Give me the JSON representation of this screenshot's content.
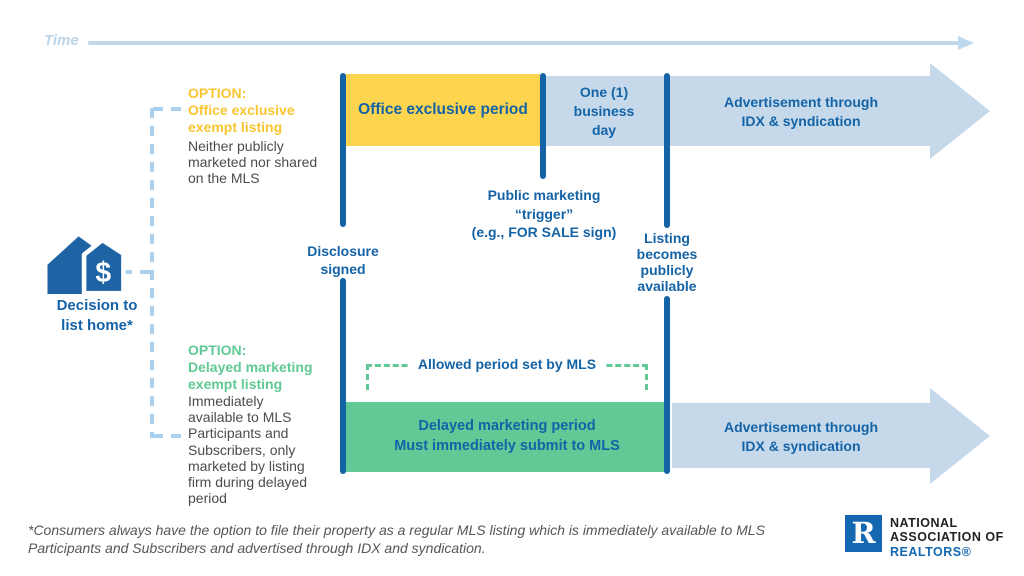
{
  "colors": {
    "dark_blue": "#1463a6",
    "band_light_blue": "#c5d9eb",
    "dashed_pale_blue": "#a9d0ee",
    "yellow_bar": "#fdd44e",
    "gold_heading": "#f9c531",
    "green": "#60c995",
    "gray_text": "#4c4c4e",
    "nar_blue": "#1368b1"
  },
  "icons": {
    "decision": "house-price-tag-icon",
    "tag_glyph": "$"
  },
  "time_axis": {
    "label": "Time"
  },
  "decision": {
    "label": "Decision to\nlist home*"
  },
  "option_top": {
    "heading": "OPTION:\nOffice exclusive\nexempt listing",
    "description": "Neither publicly\nmarketed nor shared\non the MLS"
  },
  "option_bottom": {
    "heading": "OPTION:\nDelayed marketing\nexempt listing",
    "description": "Immediately\navailable to MLS\nParticipants and\nSubscribers, only\nmarketed by listing\nfirm during delayed\nperiod"
  },
  "milestones": {
    "disclosure": "Disclosure\nsigned",
    "trigger": "Public marketing\n“trigger”\n(e.g., FOR SALE sign)",
    "publicly_available": "Listing\nbecomes\npublicly\navailable"
  },
  "bars": {
    "office_exclusive": "Office exclusive period",
    "one_business_day": "One (1)\nbusiness\nday",
    "advertisement_top": "Advertisement through\nIDX & syndication",
    "allowed_period": "Allowed period set by MLS",
    "delayed_marketing": "Delayed marketing period\nMust immediately submit to MLS",
    "advertisement_bottom": "Advertisement through\nIDX & syndication"
  },
  "footnote": "*Consumers always have the option to file their property as a regular MLS listing which is immediately available to MLS\nParticipants and Subscribers and advertised through IDX and syndication.",
  "logo": {
    "monogram": "R",
    "line1": "NATIONAL",
    "line2": "ASSOCIATION OF",
    "line3": "REALTORS®"
  }
}
